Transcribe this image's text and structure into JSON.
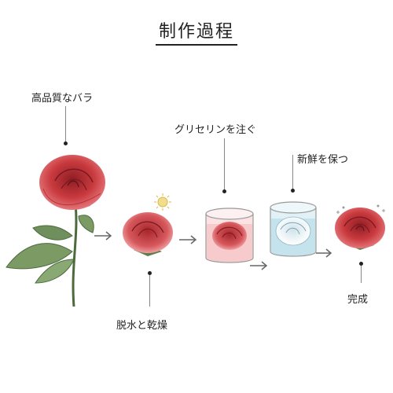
{
  "title": "制作過程",
  "steps": [
    {
      "label": "高品質なバラ"
    },
    {
      "label": "脱水と乾燥"
    },
    {
      "label": "グリセリンを注ぐ"
    },
    {
      "label": "新鮮を保つ"
    },
    {
      "label": "完成"
    }
  ],
  "colors": {
    "rose": "#c93a3e",
    "rose_dark": "#8e1d24",
    "leaf": "#6f8f5c",
    "stem": "#4c6b3c",
    "glass_pink": "#f6c3c6",
    "glass_blue": "#bfe0ea",
    "sun": "#e8c65a"
  },
  "icons": [
    "sun-icon",
    "sparkle-icon",
    "arrow-right-icon"
  ]
}
